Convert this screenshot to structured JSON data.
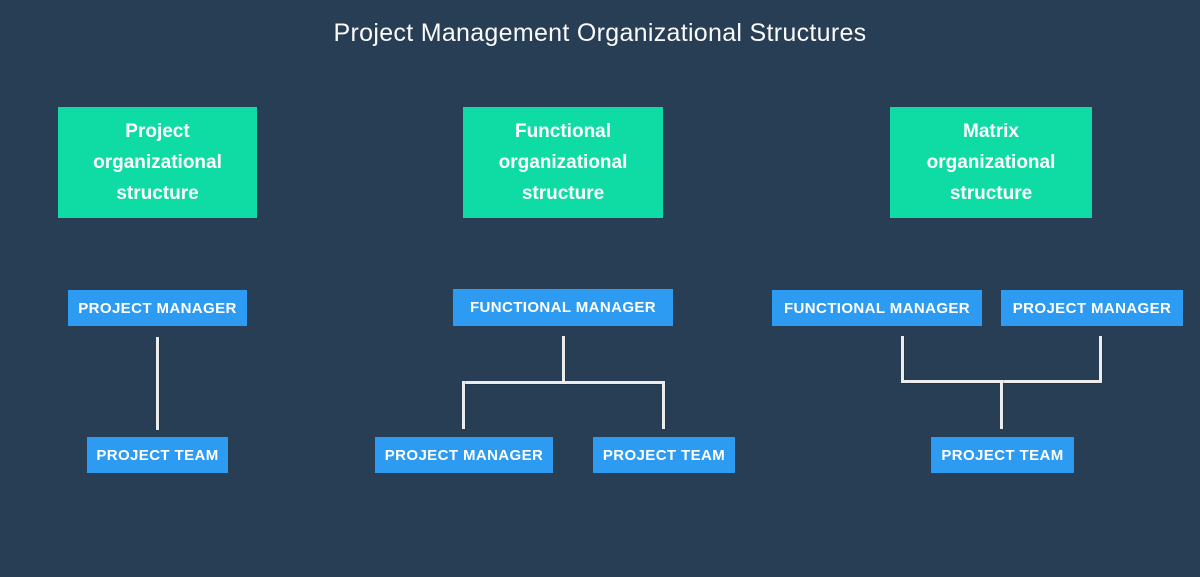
{
  "title": "Project Management Organizational Structures",
  "colors": {
    "background": "#273E55",
    "green_header": "#0FDCA4",
    "blue_node": "#2E9BF3",
    "connector_line": "#ECECEC",
    "title_text": "#FAFAFA",
    "box_text": "#FFFFFF"
  },
  "diagrams": [
    {
      "id": "project",
      "header": "Project organizational structure",
      "nodes": {
        "top": "PROJECT MANAGER",
        "bottom": "PROJECT TEAM"
      }
    },
    {
      "id": "functional",
      "header": "Functional organizational structure",
      "nodes": {
        "top": "FUNCTIONAL MANAGER",
        "bottom_left": "PROJECT MANAGER",
        "bottom_right": "PROJECT TEAM"
      }
    },
    {
      "id": "matrix",
      "header": "Matrix organizational structure",
      "nodes": {
        "top_left": "FUNCTIONAL MANAGER",
        "top_right": "PROJECT MANAGER",
        "bottom": "PROJECT TEAM"
      }
    }
  ]
}
